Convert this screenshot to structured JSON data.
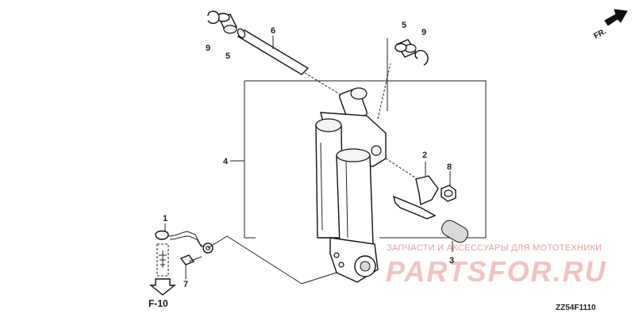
{
  "callouts": {
    "c1": "1",
    "c2": "2",
    "c3": "3",
    "c4": "4",
    "c5a": "5",
    "c5b": "5",
    "c6": "6",
    "c7": "7",
    "c8": "8",
    "c9a": "9",
    "c9b": "9"
  },
  "direction_label": "FR.",
  "reference_label": "F-10",
  "diagram_code": "ZZ54F1110",
  "watermark": {
    "top_text": "ЗАПЧАСТИ И АКСЕССУАРЫ ДЛЯ МОТОТЕХНИКИ",
    "brand_text": "PARTSFOR.RU"
  },
  "colors": {
    "line": "#222222",
    "watermark": "#e2a3a3"
  }
}
